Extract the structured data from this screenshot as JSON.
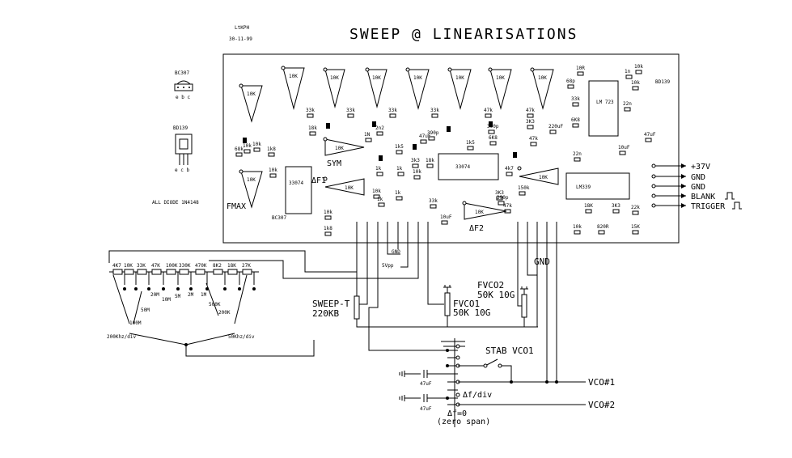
{
  "header": {
    "title": "SWEEP @ LINEARISATIONS",
    "author": "LtKPH",
    "date": "30-11-99"
  },
  "side_parts": {
    "bc307_title": "BC307",
    "bc307_pins": "e b c",
    "bd139_title": "BD139",
    "bd139_pins": "e c b",
    "diode_note": "ALL DIODE 1N4148"
  },
  "board": {
    "trimmer_value": "10K",
    "labels": {
      "fmax": "FMAX",
      "sym": "SYM",
      "df1": "ΔF1",
      "df2": "ΔF2",
      "ic_33074_a": "33074",
      "ic_33074_b": "33074",
      "ic_lm723": "LM 723",
      "ic_lm339": "LM339",
      "bc307_onboard": "BC307",
      "bd139_onboard": "BD139",
      "gnd_inside": "GND",
      "sawtooth": "5Vpp"
    },
    "components": [
      "33k",
      "33k",
      "33k",
      "33k",
      "47k",
      "47k",
      "10R",
      "10k",
      "1n",
      "68p",
      "33k",
      "6K8",
      "22n",
      "18k",
      "2n2",
      "1N",
      "390p",
      "390p",
      "3K3",
      "220uF",
      "47k",
      "6K8",
      "1k5",
      "10uF",
      "47uF",
      "1k5",
      "47uF",
      "22n",
      "68k",
      "1k8",
      "10k",
      "1k",
      "18k",
      "1k",
      "3k3",
      "1k",
      "4k7",
      "10k",
      "10k",
      "33k",
      "3K3",
      "150k",
      "390p",
      "10uF",
      "47k",
      "18K",
      "3K3",
      "22k",
      "10k",
      "1k8",
      "10k",
      "820R",
      "15K",
      "10k",
      "10k",
      "10k",
      "1k"
    ]
  },
  "connectors": {
    "items": [
      {
        "label": "+37V"
      },
      {
        "label": "GND"
      },
      {
        "label": "GND"
      },
      {
        "label": "BLANK"
      },
      {
        "label": "TRIGGER"
      }
    ]
  },
  "range_switch": {
    "resistors": [
      "4K7",
      "10K",
      "33K",
      "47K",
      "100K",
      "330K",
      "470K",
      "8K2",
      "18K",
      "27K"
    ],
    "ranges": [
      "20M",
      "10M",
      "5M",
      "2M",
      "1M",
      "50M",
      "100M",
      "500K",
      "200K",
      "200Khz/div",
      "50Khz/div"
    ]
  },
  "lower": {
    "sweep_t": "SWEEP-T",
    "sweep_t_value": "220KB",
    "fvco1": "FVCO1",
    "fvco1_value": "50K 10G",
    "fvco2": "FVCO2",
    "fvco2_value": "50K 10G",
    "gnd": "GND",
    "stab": "STAB VCO1",
    "vco1": "VCO#1",
    "vco2": "VCO#2",
    "cap": "47uF",
    "df_div": "Δf/div",
    "df_zero": "Δf=0",
    "zero_span": "(zero span)"
  }
}
